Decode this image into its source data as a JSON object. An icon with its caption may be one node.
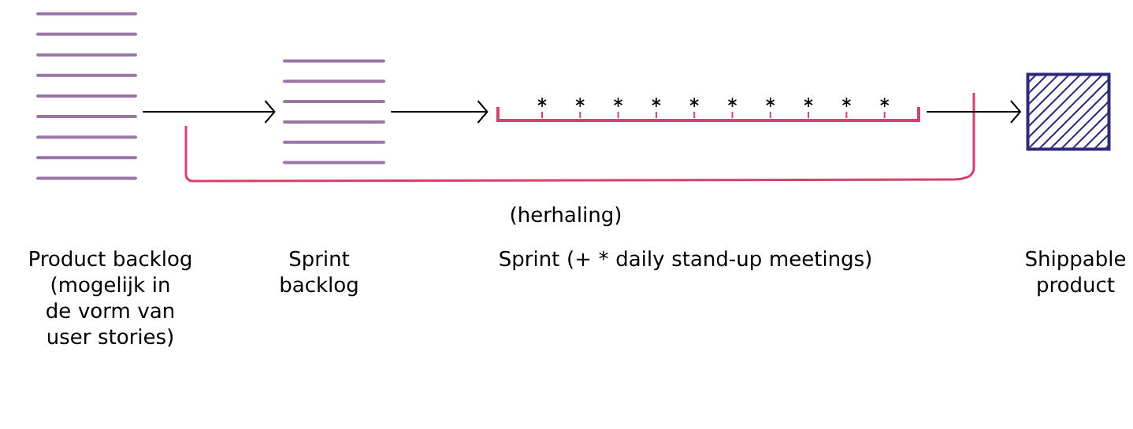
{
  "diagram": {
    "nodes": [
      {
        "text": [],
        "shape": "picture"
      },
      {
        "text": [],
        "shape": "picture"
      },
      {
        "text": [],
        "shape": "bar"
      },
      {
        "text": [],
        "shape": "box"
      }
    ],
    "edges": [
      {
        "from": 0,
        "to": 1,
        "arrow": "to"
      },
      {
        "from": 1,
        "to": 2,
        "arrow": "to"
      },
      {
        "from": 2,
        "to": 3,
        "arrow": "to"
      }
    ],
    "labels": [
      "(herhaling)",
      "Product backlog (mogelijk in de vorm van user stories)",
      "Sprint backlog",
      "Sprint (+ * daily stand-up meetings)",
      "Shippable product"
    ]
  }
}
